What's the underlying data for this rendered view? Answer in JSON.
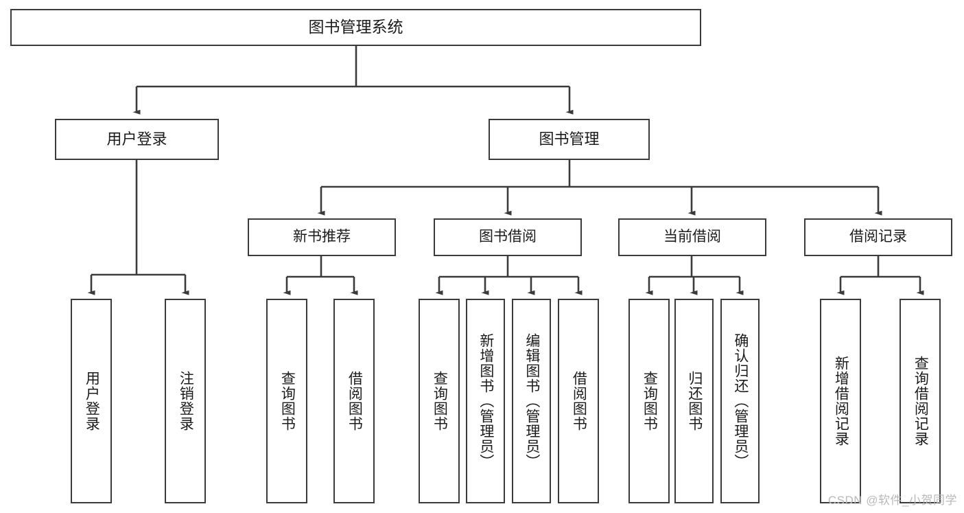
{
  "diagram": {
    "title": "图书管理系统",
    "type": "hierarchy-tree",
    "background_color": "#ffffff",
    "line_color": "#3b3b3b",
    "text_color": "#1b1b1b"
  },
  "watermark": {
    "text": "CSDN @软件_小贺同学",
    "color": "#b9b9b9"
  },
  "nodes": {
    "root": {
      "label": "图书管理系统"
    },
    "level1": [
      {
        "id": "user-login",
        "label": "用户登录"
      },
      {
        "id": "book-manage",
        "label": "图书管理"
      }
    ],
    "level2": [
      {
        "id": "new-book-rec",
        "label": "新书推荐"
      },
      {
        "id": "book-borrow",
        "label": "图书借阅"
      },
      {
        "id": "current-borrow",
        "label": "当前借阅"
      },
      {
        "id": "borrow-record",
        "label": "借阅记录"
      }
    ],
    "leaves": {
      "user-login": [
        {
          "id": "leaf-user-login",
          "label": "用户登录"
        },
        {
          "id": "leaf-user-logout",
          "label": "注销登录"
        }
      ],
      "new-book-rec": [
        {
          "id": "leaf-query-book-1",
          "label": "查询图书"
        },
        {
          "id": "leaf-borrow-book-1",
          "label": "借阅图书"
        }
      ],
      "book-borrow": [
        {
          "id": "leaf-query-book-2",
          "label": "查询图书"
        },
        {
          "id": "leaf-add-book",
          "label": "新增图书（管理员）"
        },
        {
          "id": "leaf-edit-book",
          "label": "编辑图书（管理员）"
        },
        {
          "id": "leaf-borrow-book-2",
          "label": "借阅图书"
        }
      ],
      "current-borrow": [
        {
          "id": "leaf-query-book-3",
          "label": "查询图书"
        },
        {
          "id": "leaf-return-book",
          "label": "归还图书"
        },
        {
          "id": "leaf-confirm-return",
          "label": "确认归还（管理员）"
        }
      ],
      "borrow-record": [
        {
          "id": "leaf-add-record",
          "label": "新增借阅记录"
        },
        {
          "id": "leaf-query-record",
          "label": "查询借阅记录"
        }
      ]
    }
  }
}
